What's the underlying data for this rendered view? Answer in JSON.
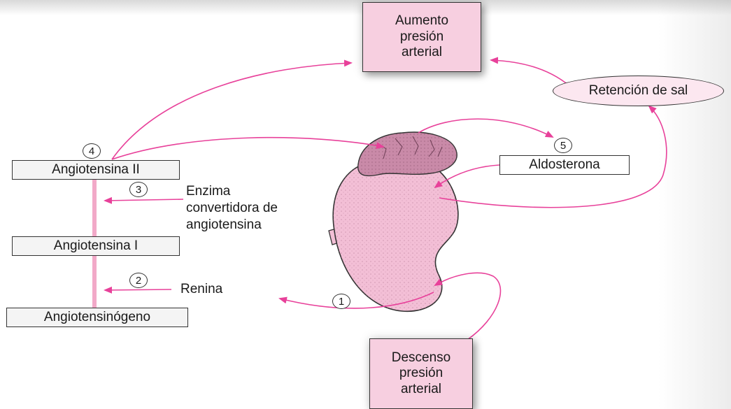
{
  "boxes": {
    "aumento": "Aumento\npresión\narterial",
    "descenso": "Descenso\npresión\narterial",
    "retencion": "Retención de sal",
    "angiotensina_ii": "Angiotensina II",
    "angiotensina_i": "Angiotensina I",
    "angiotensinogeno": "Angiotensinógeno",
    "aldosterona": "Aldosterona"
  },
  "labels": {
    "enzima": "Enzima\nconvertidora de\nangiotensina",
    "renina": "Renina"
  },
  "steps": [
    "1",
    "2",
    "3",
    "4",
    "5"
  ],
  "colors": {
    "arrow": "#e8419a",
    "kidney": "#f3bfd6",
    "adrenal": "#c98aa8",
    "box_fill": "#f7cfe0",
    "pathway_bar": "#f2a9c8"
  }
}
